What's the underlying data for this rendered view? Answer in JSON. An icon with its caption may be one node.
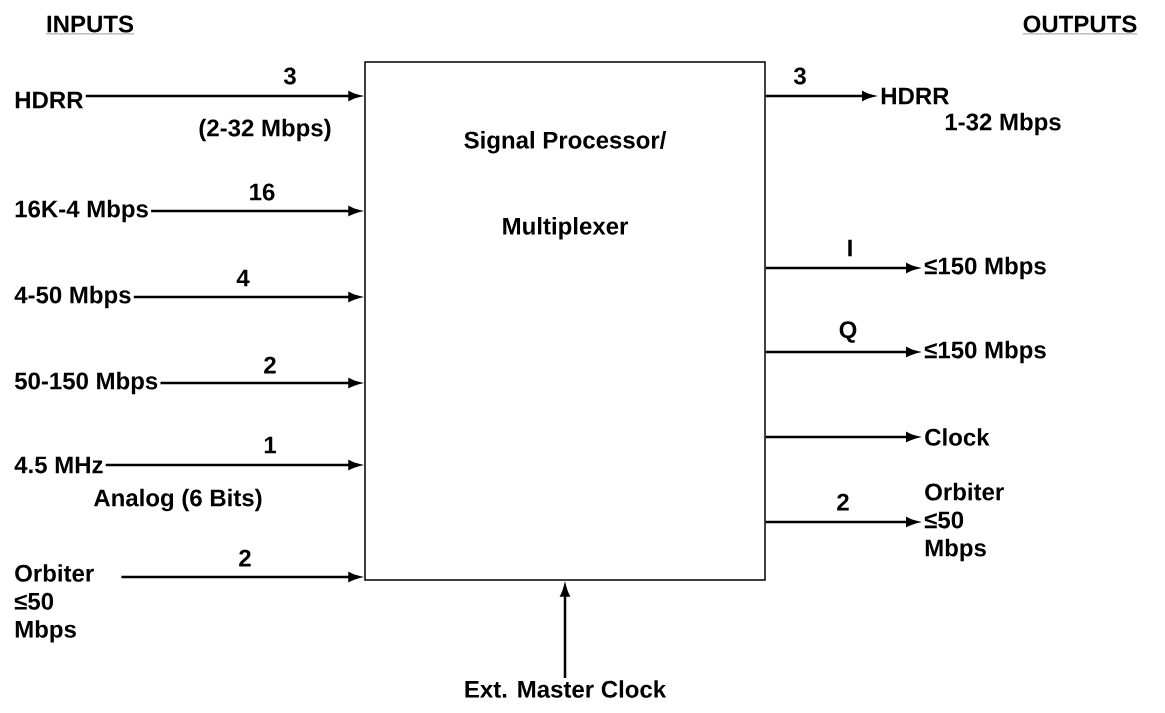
{
  "diagram": {
    "nodes": [
      {
        "text": [
          "Signal Processor/ Multiplexer"
        ]
      },
      {
        "text": [
          "HDRR"
        ]
      },
      {
        "text": [
          "16K-4 Mbps"
        ]
      },
      {
        "text": [
          "4-50 Mbps"
        ]
      },
      {
        "text": [
          "50-150 Mbps"
        ]
      },
      {
        "text": [
          "4.5 MHz"
        ],
        "beside": [
          "Analog (6 Bits)"
        ]
      },
      {
        "text": [
          "Orbiter ≤50 Mbps"
        ]
      },
      {
        "text": [
          "HDRR"
        ],
        "beside": [
          "1-32 Mbps"
        ]
      },
      {
        "text": [
          "≤150 Mbps"
        ]
      },
      {
        "text": [
          "≤150 Mbps"
        ]
      },
      {
        "text": [
          "Clock"
        ]
      },
      {
        "text": [
          "Orbiter ≤50 Mbps"
        ]
      },
      {
        "text": [
          "Ext. Master Clock"
        ]
      }
    ],
    "edges": [
      {
        "from": 1,
        "to": 0,
        "arrow": "to",
        "label": "3"
      },
      {
        "from": 2,
        "to": 0,
        "arrow": "to",
        "label": "16"
      },
      {
        "from": 3,
        "to": 0,
        "arrow": "to",
        "label": "4"
      },
      {
        "from": 4,
        "to": 0,
        "arrow": "to",
        "label": "2"
      },
      {
        "from": 5,
        "to": 0,
        "arrow": "to",
        "label": "1"
      },
      {
        "from": 6,
        "to": 0,
        "arrow": "to",
        "label": "2"
      },
      {
        "from": 0,
        "to": 7,
        "arrow": "to",
        "label": "3"
      },
      {
        "from": 0,
        "to": 8,
        "arrow": "to",
        "label": "I"
      },
      {
        "from": 0,
        "to": 9,
        "arrow": "to",
        "label": "Q"
      },
      {
        "from": 0,
        "to": 10,
        "arrow": "to"
      },
      {
        "from": 0,
        "to": 11,
        "arrow": "to",
        "label": "2"
      },
      {
        "from": 12,
        "to": 0,
        "arrow": "to"
      }
    ],
    "labels": [
      "INPUTS",
      "OUTPUTS",
      "(2-32 Mbps)"
    ]
  }
}
